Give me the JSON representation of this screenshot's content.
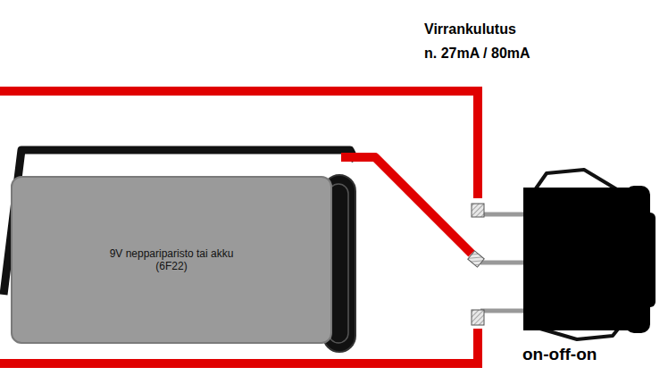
{
  "diagram": {
    "nodes": [
      {
        "text": [
          "9V neppariparisto tai akku (6F22)"
        ]
      }
    ],
    "labels": [
      "Virrankulutus",
      "n. 27mA / 80mA",
      "on-off-on"
    ]
  }
}
